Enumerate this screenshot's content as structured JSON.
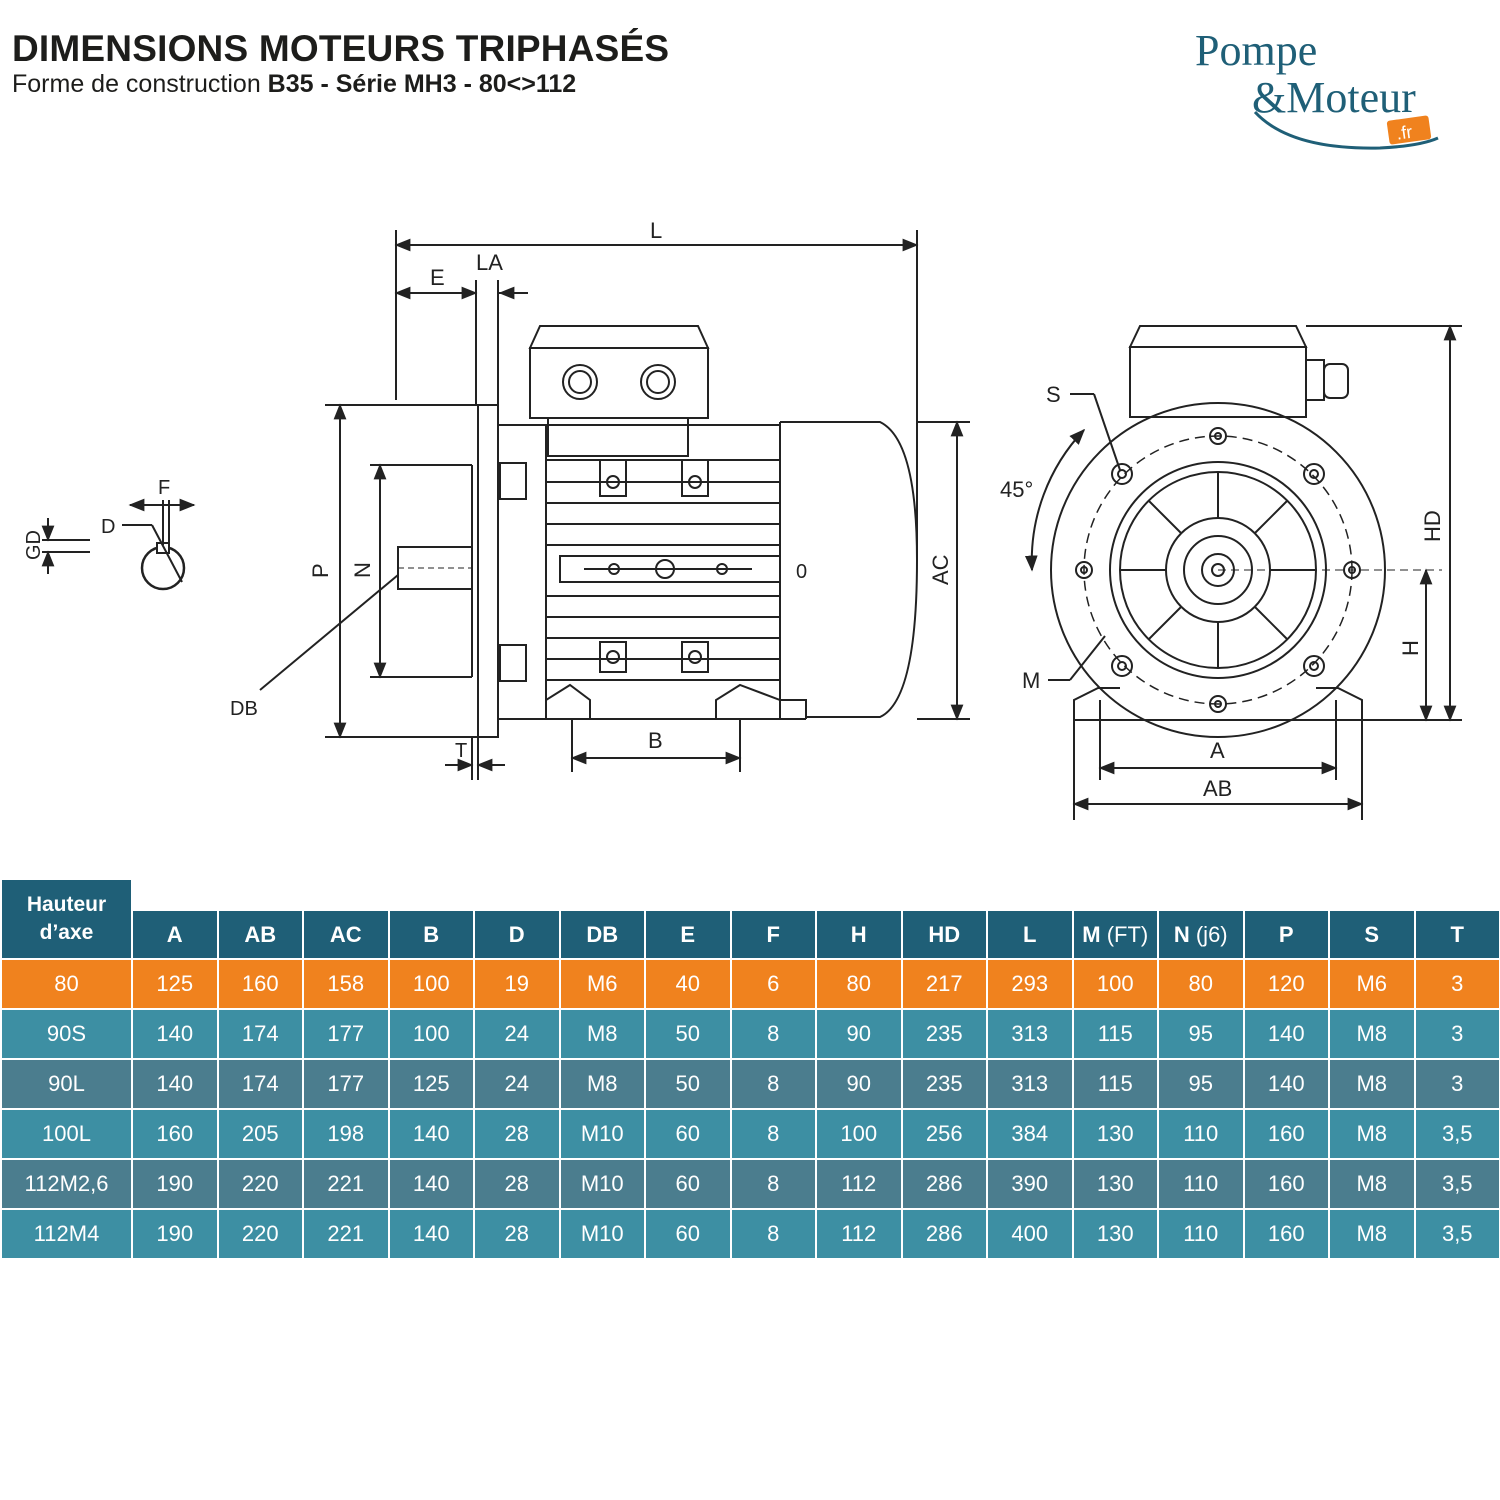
{
  "header": {
    "title": "DIMENSIONS MOTEURS TRIPHASÉS",
    "subtitle_prefix": "Forme de construction ",
    "subtitle_bold": "B35 - Série MH3 - 80<>112"
  },
  "logo": {
    "line1": "Pompe",
    "line2": "&Moteur",
    "badge": ".fr",
    "colors": {
      "primary": "#1f5f77",
      "accent": "#f0821e"
    }
  },
  "drawing_labels": {
    "L": "L",
    "E": "E",
    "LA": "LA",
    "P": "P",
    "N": "N",
    "DB": "DB",
    "T": "T",
    "B": "B",
    "AC": "AC",
    "O": "0",
    "F": "F",
    "D": "D",
    "GD": "GD",
    "S": "S",
    "angle": "45°",
    "M": "M",
    "HD": "HD",
    "H": "H",
    "A": "A",
    "AB": "AB"
  },
  "table": {
    "colors": {
      "header": "#1f5f77",
      "highlight": "#f0821e",
      "row_a": "#3d8fa3",
      "row_b": "#4b7d8e"
    },
    "first_header_line1": "Hauteur",
    "first_header_line2": "d’axe",
    "columns": [
      {
        "main": "A",
        "unit": ""
      },
      {
        "main": "AB",
        "unit": ""
      },
      {
        "main": "AC",
        "unit": ""
      },
      {
        "main": "B",
        "unit": ""
      },
      {
        "main": "D",
        "unit": ""
      },
      {
        "main": "DB",
        "unit": ""
      },
      {
        "main": "E",
        "unit": ""
      },
      {
        "main": "F",
        "unit": ""
      },
      {
        "main": "H",
        "unit": ""
      },
      {
        "main": "HD",
        "unit": ""
      },
      {
        "main": "L",
        "unit": ""
      },
      {
        "main": "M",
        "unit": "(FT)"
      },
      {
        "main": "N",
        "unit": "(j6)"
      },
      {
        "main": "P",
        "unit": ""
      },
      {
        "main": "S",
        "unit": ""
      },
      {
        "main": "T",
        "unit": ""
      }
    ],
    "rows": [
      [
        "80",
        "125",
        "160",
        "158",
        "100",
        "19",
        "M6",
        "40",
        "6",
        "80",
        "217",
        "293",
        "100",
        "80",
        "120",
        "M6",
        "3"
      ],
      [
        "90S",
        "140",
        "174",
        "177",
        "100",
        "24",
        "M8",
        "50",
        "8",
        "90",
        "235",
        "313",
        "115",
        "95",
        "140",
        "M8",
        "3"
      ],
      [
        "90L",
        "140",
        "174",
        "177",
        "125",
        "24",
        "M8",
        "50",
        "8",
        "90",
        "235",
        "313",
        "115",
        "95",
        "140",
        "M8",
        "3"
      ],
      [
        "100L",
        "160",
        "205",
        "198",
        "140",
        "28",
        "M10",
        "60",
        "8",
        "100",
        "256",
        "384",
        "130",
        "110",
        "160",
        "M8",
        "3,5"
      ],
      [
        "112M2,6",
        "190",
        "220",
        "221",
        "140",
        "28",
        "M10",
        "60",
        "8",
        "112",
        "286",
        "390",
        "130",
        "110",
        "160",
        "M8",
        "3,5"
      ],
      [
        "112M4",
        "190",
        "220",
        "221",
        "140",
        "28",
        "M10",
        "60",
        "8",
        "112",
        "286",
        "400",
        "130",
        "110",
        "160",
        "M8",
        "3,5"
      ]
    ]
  }
}
